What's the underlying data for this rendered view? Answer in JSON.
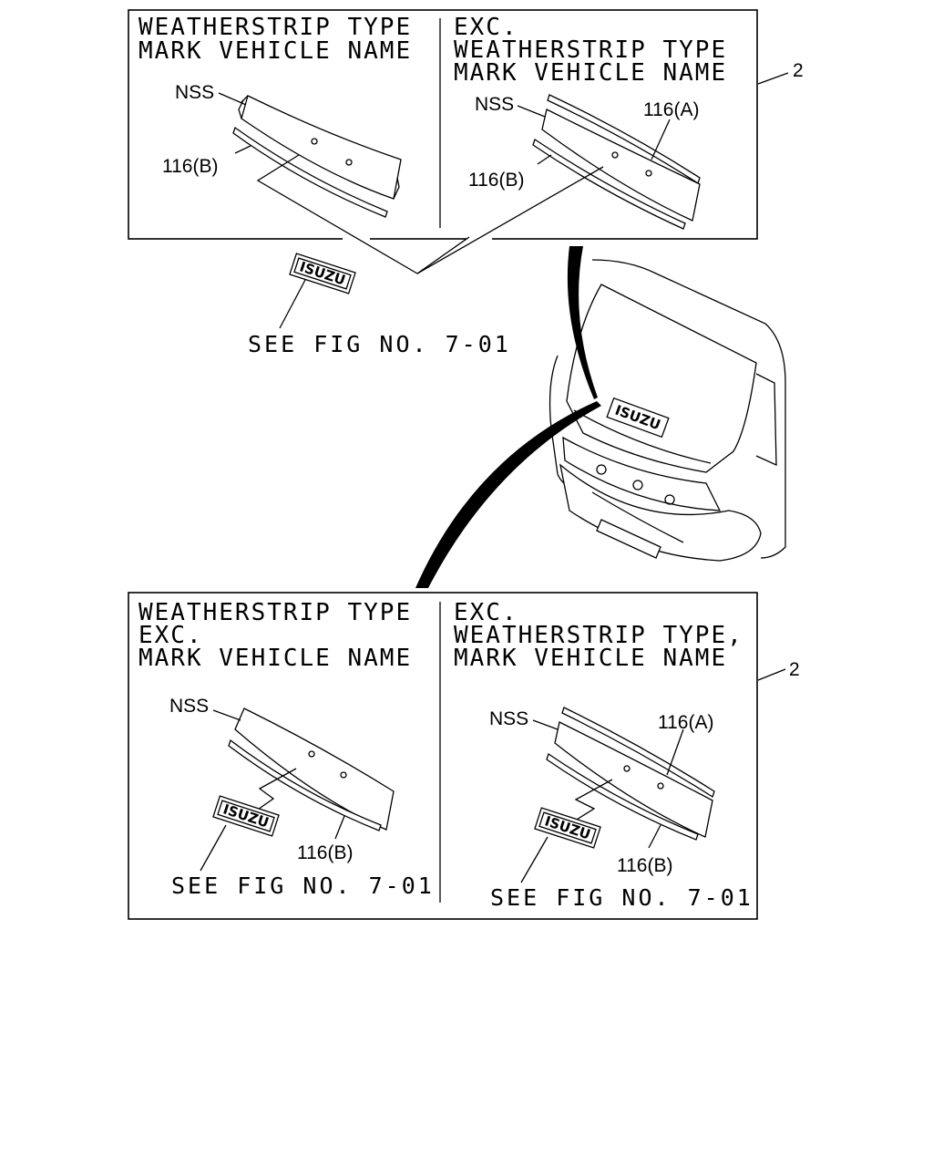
{
  "top_box": {
    "left": {
      "header": [
        "WEATHERSTRIP TYPE",
        "MARK VEHICLE NAME"
      ],
      "nss": "NSS",
      "strip_b": "116(B)"
    },
    "right": {
      "header": [
        "EXC.",
        "WEATHERSTRIP TYPE",
        "MARK VEHICLE NAME"
      ],
      "nss": "NSS",
      "strip_a": "116(A)",
      "strip_b": "116(B)"
    },
    "ref_no": "2"
  },
  "emblem": {
    "logo_text": "ISUZU",
    "see_fig": "SEE FIG NO. 7-01"
  },
  "vehicle": {
    "logo_text": "ISUZU"
  },
  "bottom_box": {
    "left": {
      "header": [
        "WEATHERSTRIP TYPE",
        "EXC.",
        "MARK VEHICLE NAME"
      ],
      "nss": "NSS",
      "strip_b": "116(B)",
      "logo_text": "ISUZU",
      "see_fig": "SEE FIG NO. 7-01"
    },
    "right": {
      "header": [
        "EXC.",
        "WEATHERSTRIP TYPE,",
        "MARK VEHICLE NAME"
      ],
      "nss": "NSS",
      "strip_a": "116(A)",
      "strip_b": "116(B)",
      "logo_text": "ISUZU",
      "see_fig": "SEE FIG NO. 7-01"
    },
    "ref_no": "2"
  }
}
